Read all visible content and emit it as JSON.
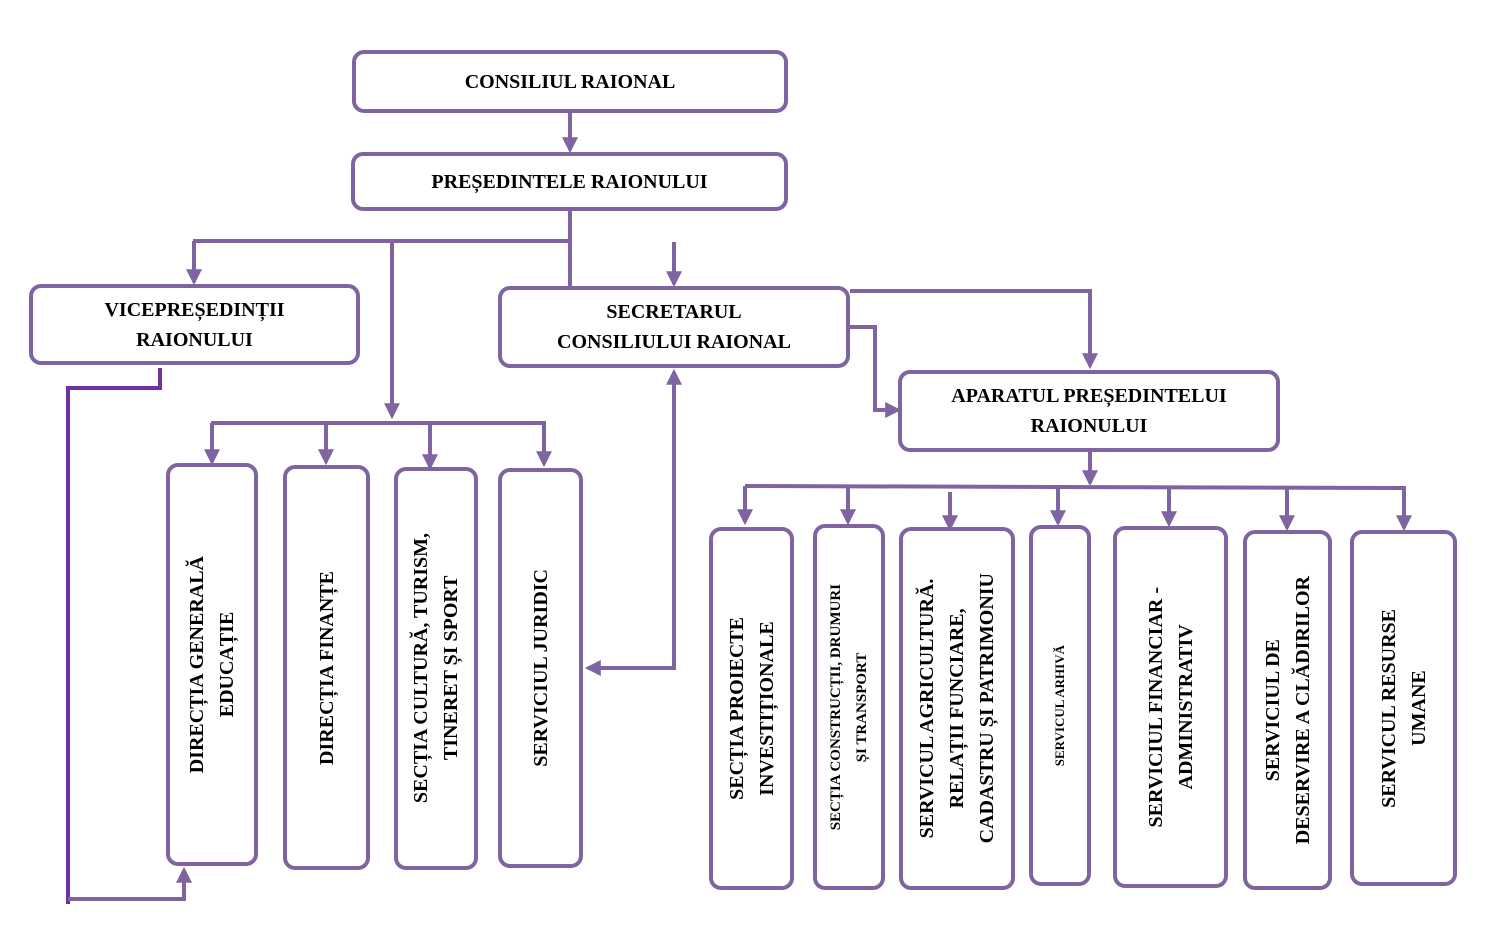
{
  "diagram": {
    "type": "organizational-chart",
    "line_color": "#8064a2",
    "left_loop_color": "#7030a0",
    "nodes": {
      "consiliul": "CONSILIUL RAIONAL",
      "presedintele": "PREȘEDINTELE RAIONULUI",
      "vicepresedintii": "VICEPREȘEDINȚII\nRAIONULUI",
      "secretarul": "SECRETARUL\nCONSILIULUI RAIONAL",
      "aparatul": "APARATUL PREȘEDINTELUI\nRAIONULUI"
    },
    "left_units": [
      {
        "label": "DIRECȚIA GENERALĂ\nEDUCAȚIE"
      },
      {
        "label": "DIRECȚIA  FINANȚE"
      },
      {
        "label": "SECȚIA  CULTURĂ,  TURISM,\nTINERET  ȘI  SPORT"
      },
      {
        "label": "SERVICIUL  JURIDIC"
      }
    ],
    "right_units": [
      {
        "label": "SECȚIA PROIECTE\nINVESTIȚIONALE"
      },
      {
        "label": "SECȚIA  CONSTRUCȚII, DRUMURI\nȘI TRANSPORT"
      },
      {
        "label": "SERVICUL  AGRICULTURĂ.\nRELAȚII  FUNCIARE,\nCADASTRU ȘI PATRIMONIU"
      },
      {
        "label": "SERVICUL  ARHIVĂ"
      },
      {
        "label": "SERVICIUL  FINANCIAR -\nADMINISTRATIV"
      },
      {
        "label": "SERVICIUL DE\nDESERVIRE A CLĂDIRILOR"
      },
      {
        "label": "SERVICUL  RESURSE\nUMANE"
      }
    ]
  }
}
